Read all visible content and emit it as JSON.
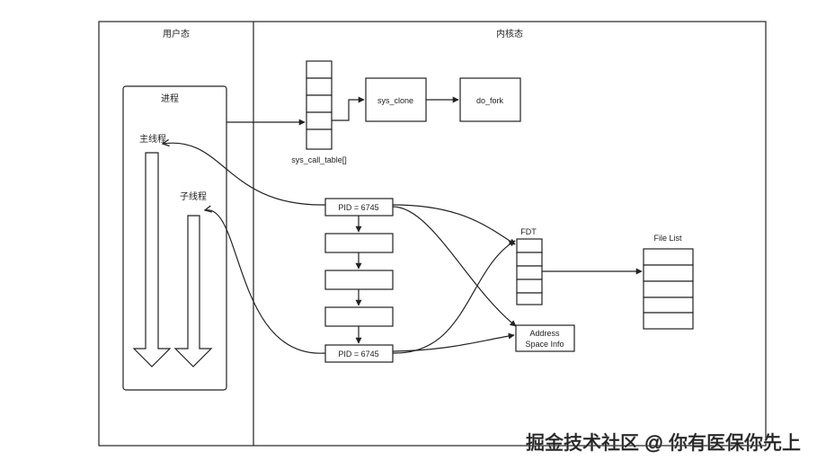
{
  "regions": {
    "user_space": "用户态",
    "kernel_space": "内核态",
    "process": "进程",
    "main_thread": "主线程",
    "child_thread": "子线程"
  },
  "kernel": {
    "syscall_table_label": "sys_call_table[]",
    "sys_clone": "sys_clone",
    "do_fork": "do_fork",
    "pid_top": "PID = 6745",
    "pid_bottom": "PID = 6745",
    "fdt": "FDT",
    "file_list": "File List",
    "address_space_line1": "Address",
    "address_space_line2": "Space Info"
  },
  "watermark": "掘金技术社区 @ 你有医保你先上"
}
